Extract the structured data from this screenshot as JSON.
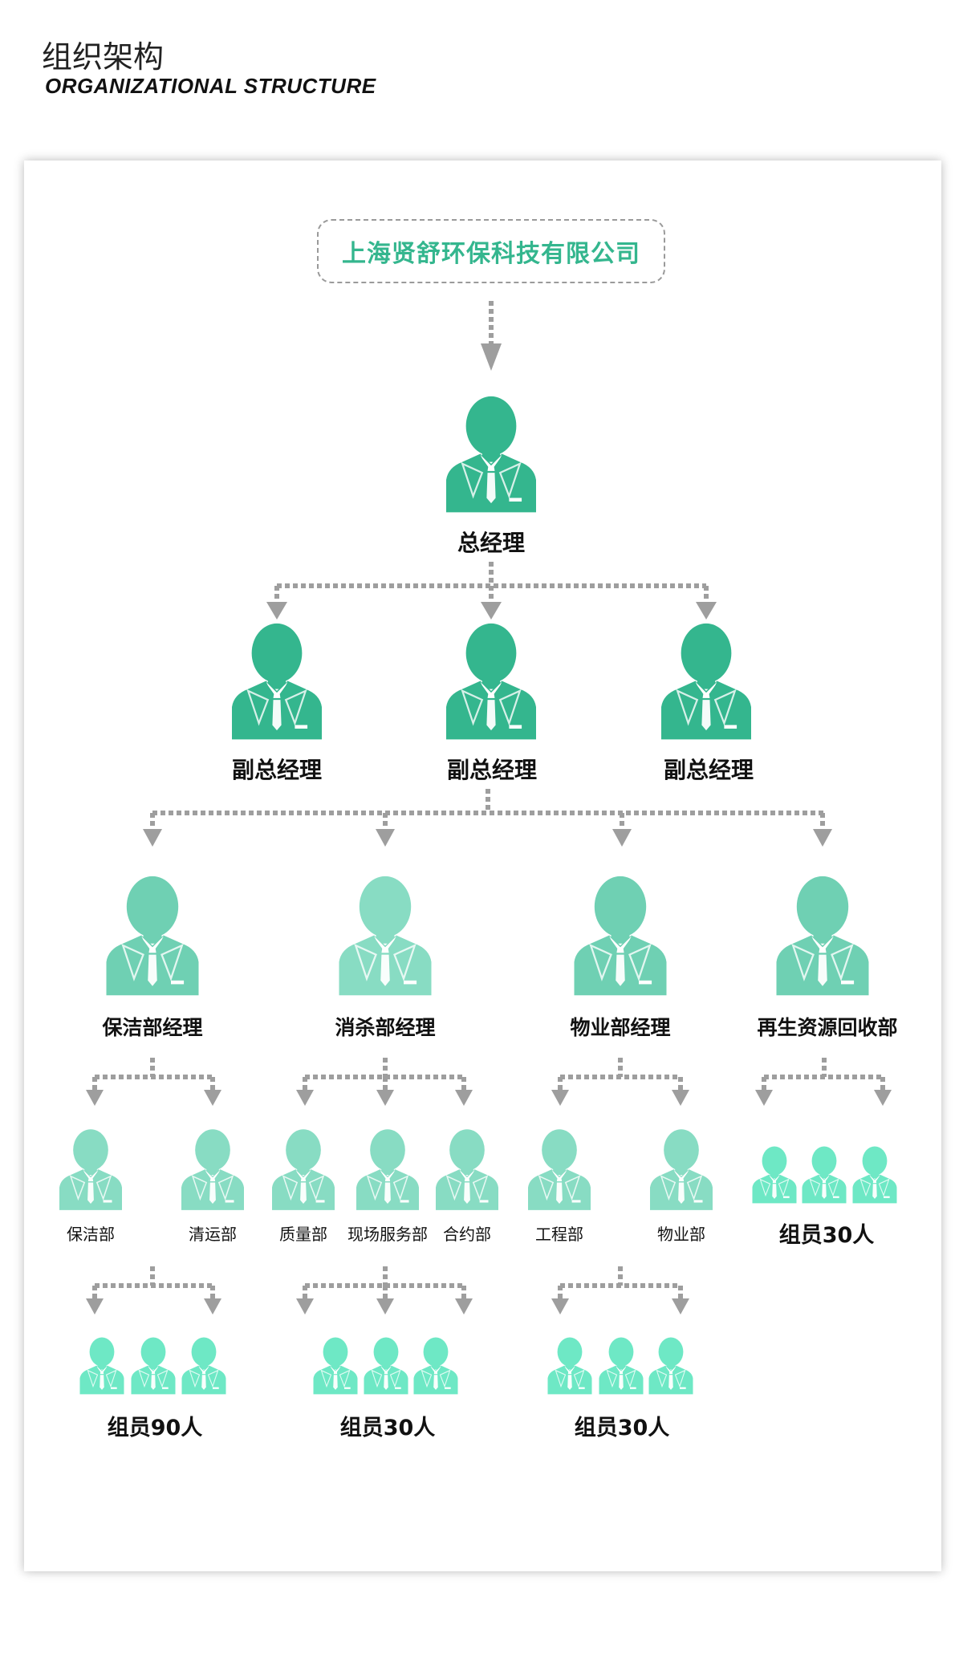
{
  "header": {
    "title": "组织架构",
    "subtitle": "ORGANIZATIONAL STRUCTURE"
  },
  "colors": {
    "dark": "#34b68e",
    "mid": "#6fd0b3",
    "light": "#88dcc3",
    "bright": "#6ee8c5",
    "company_text": "#34b68e",
    "connector": "#9e9e9e"
  },
  "company": "上海贤舒环保科技有限公司",
  "ceo": "总经理",
  "vice_gms": [
    "副总经理",
    "副总经理",
    "副总经理"
  ],
  "dept_heads": [
    "保洁部经理",
    "消杀部经理",
    "物业部经理",
    "再生资源回收部"
  ],
  "sub_departments": [
    [
      "保洁部",
      "清运部"
    ],
    [
      "质量部",
      "现场服务部",
      "合约部"
    ],
    [
      "工程部",
      "物业部"
    ]
  ],
  "groups": {
    "recycling": "组员30人",
    "cleaning": "组员90人",
    "disinfection": "组员30人",
    "property": "组员30人"
  },
  "icons": {
    "person": "person-icon",
    "arrow": "arrow-down-icon"
  }
}
